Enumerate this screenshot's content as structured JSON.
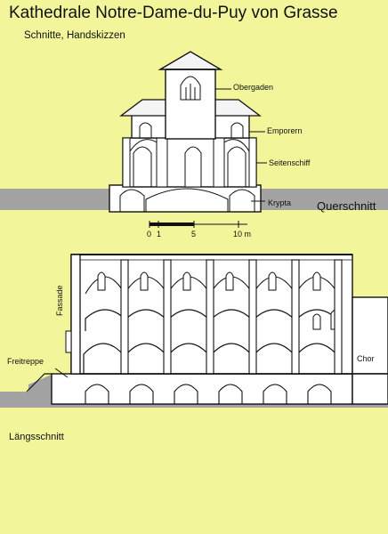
{
  "title": "Kathedrale Notre-Dame-du-Puy von Grasse",
  "subtitle": "Schnitte, Handskizzen",
  "labels": {
    "obergaden": "Obergaden",
    "emporen": "Emporern",
    "seitenschiff": "Seitenschiff",
    "krypta": "Krypta",
    "querschnitt": "Querschnitt",
    "fassade": "Fassade",
    "freitreppe": "Freitreppe",
    "chor": "Chor",
    "laengsschnitt": "Längsschnitt"
  },
  "scale": {
    "t0": "0",
    "t1": "1",
    "t5": "5",
    "t10": "10 m"
  },
  "colors": {
    "background": "#f2f59a",
    "ground": "#a3a3a3",
    "interior": "#ffffff",
    "ink": "#111111"
  }
}
